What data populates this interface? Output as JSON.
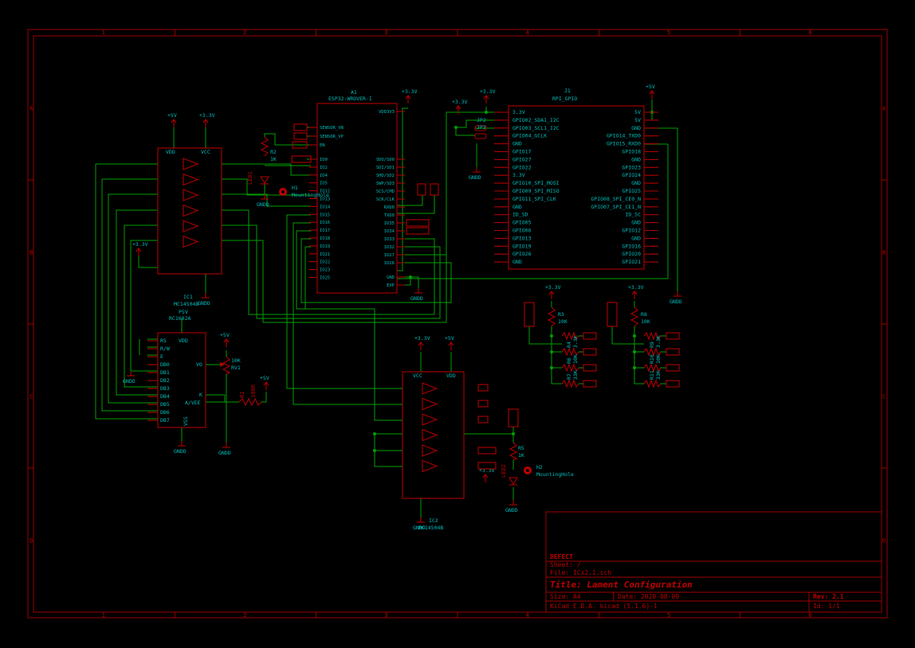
{
  "title_block": {
    "company": "DEFECT",
    "sheet": "Sheet: /",
    "file": "File: ICx2.1.sch",
    "title": "Title: Lament Configuration",
    "size": "Size: A4",
    "date": "Date: 2020-08-09",
    "rev": "Rev: 2.1",
    "tool": "KiCad E.D.A.  kicad (5.1.6)-1",
    "id": "Id: 1/1"
  },
  "border": {
    "columns": [
      "1",
      "2",
      "3",
      "4",
      "5",
      "6"
    ],
    "rows": [
      "A",
      "B",
      "C",
      "D"
    ]
  },
  "components": {
    "a1": {
      "ref": "A1",
      "value": "ESP32-WROVER-I",
      "right_pins": [
        "VDD3V3",
        "SDO/SD0",
        "SDI/SD1",
        "SHD/SD2",
        "SWP/SD3",
        "SCS/CMD",
        "SCK/CLK",
        "RXD0",
        "TXD0",
        "IO35",
        "IO34",
        "IO33",
        "IO32",
        "IO27",
        "IO26",
        "GND",
        "EXP"
      ],
      "left_pins": [
        "SENSOR_VN",
        "SENSOR_VP",
        "EN",
        "IO0",
        "IO2",
        "IO4",
        "IO5",
        "IO12",
        "IO13",
        "IO14",
        "IO15",
        "IO16",
        "IO17",
        "IO18",
        "IO19",
        "IO21",
        "IO22",
        "IO23",
        "IO25"
      ]
    },
    "j1": {
      "ref": "J1",
      "value": "RPI_GPIO",
      "left_pins": [
        "3.3V",
        "GPIO02_SDA1_I2C",
        "GPIO03_SCL1_I2C",
        "GPIO04_GCLK",
        "GND",
        "GPIO17",
        "GPIO27",
        "GPIO22",
        "3.3V",
        "GPIO10_SPI_MOSI",
        "GPIO09_SPI_MISO",
        "GPIO11_SPI_CLK",
        "GND",
        "ID_SD",
        "GPIO05",
        "GPIO06",
        "GPIO13",
        "GPIO19",
        "GPIO26",
        "GND"
      ],
      "right_pins": [
        "5V",
        "5V",
        "GND",
        "GPIO14_TXD0",
        "GPIO15_RXD0",
        "GPIO18",
        "GND",
        "GPIO23",
        "GPIO24",
        "GND",
        "GPIO25",
        "GPIO08_SPI_CE0_N",
        "GPIO07_SPI_CE1_N",
        "ID_SC",
        "GND",
        "GPIO12",
        "GND",
        "GPIO16",
        "GPIO20",
        "GPIO21"
      ]
    },
    "ic1": {
      "ref": "IC1",
      "value": "MC14504B",
      "pins": [
        "VDD",
        "VCC"
      ]
    },
    "ic2": {
      "ref": "IC2",
      "value": "MC14504B",
      "pins": [
        "VCC",
        "VDD"
      ]
    },
    "rc": {
      "ref": "RC1602A",
      "value": "P5V",
      "pins": [
        "VDD",
        "RS",
        "R/W",
        "E",
        "DB0",
        "DB1",
        "DB2",
        "DB3",
        "DB4",
        "DB5",
        "DB6",
        "DB7",
        "VSS",
        "VO",
        "K",
        "A/VEE"
      ]
    },
    "r1": {
      "ref": "R1",
      "value": "100R"
    },
    "r2": {
      "ref": "R2",
      "value": "1K"
    },
    "r3": {
      "ref": "R3",
      "value": "10K"
    },
    "r4": {
      "ref": "R4",
      "value": "3.3K"
    },
    "r5": {
      "ref": "R5",
      "value": "1K"
    },
    "r6": {
      "ref": "R6",
      "value": "10K"
    },
    "r7": {
      "ref": "R7",
      "value": "33K"
    },
    "r8": {
      "ref": "R8",
      "value": "10K"
    },
    "r9": {
      "ref": "R9",
      "value": "3.3K"
    },
    "r10": {
      "ref": "R10",
      "value": "10K"
    },
    "r11": {
      "ref": "R11",
      "value": "33K"
    },
    "rv1": {
      "ref": "RV1",
      "value": "10K"
    },
    "d1": {
      "ref": "LED1",
      "value": "LED"
    },
    "d2": {
      "ref": "LED2",
      "value": "LED"
    },
    "h1": {
      "ref": "H1",
      "value": "MountingHole"
    },
    "h2": {
      "ref": "H2",
      "value": "MountingHole"
    },
    "jp2": {
      "ref": "JP2"
    },
    "jp3": {
      "ref": "JP3"
    }
  },
  "power": {
    "p5v": "+5V",
    "p33v": "+3.3V",
    "gnd": "GNDD"
  }
}
